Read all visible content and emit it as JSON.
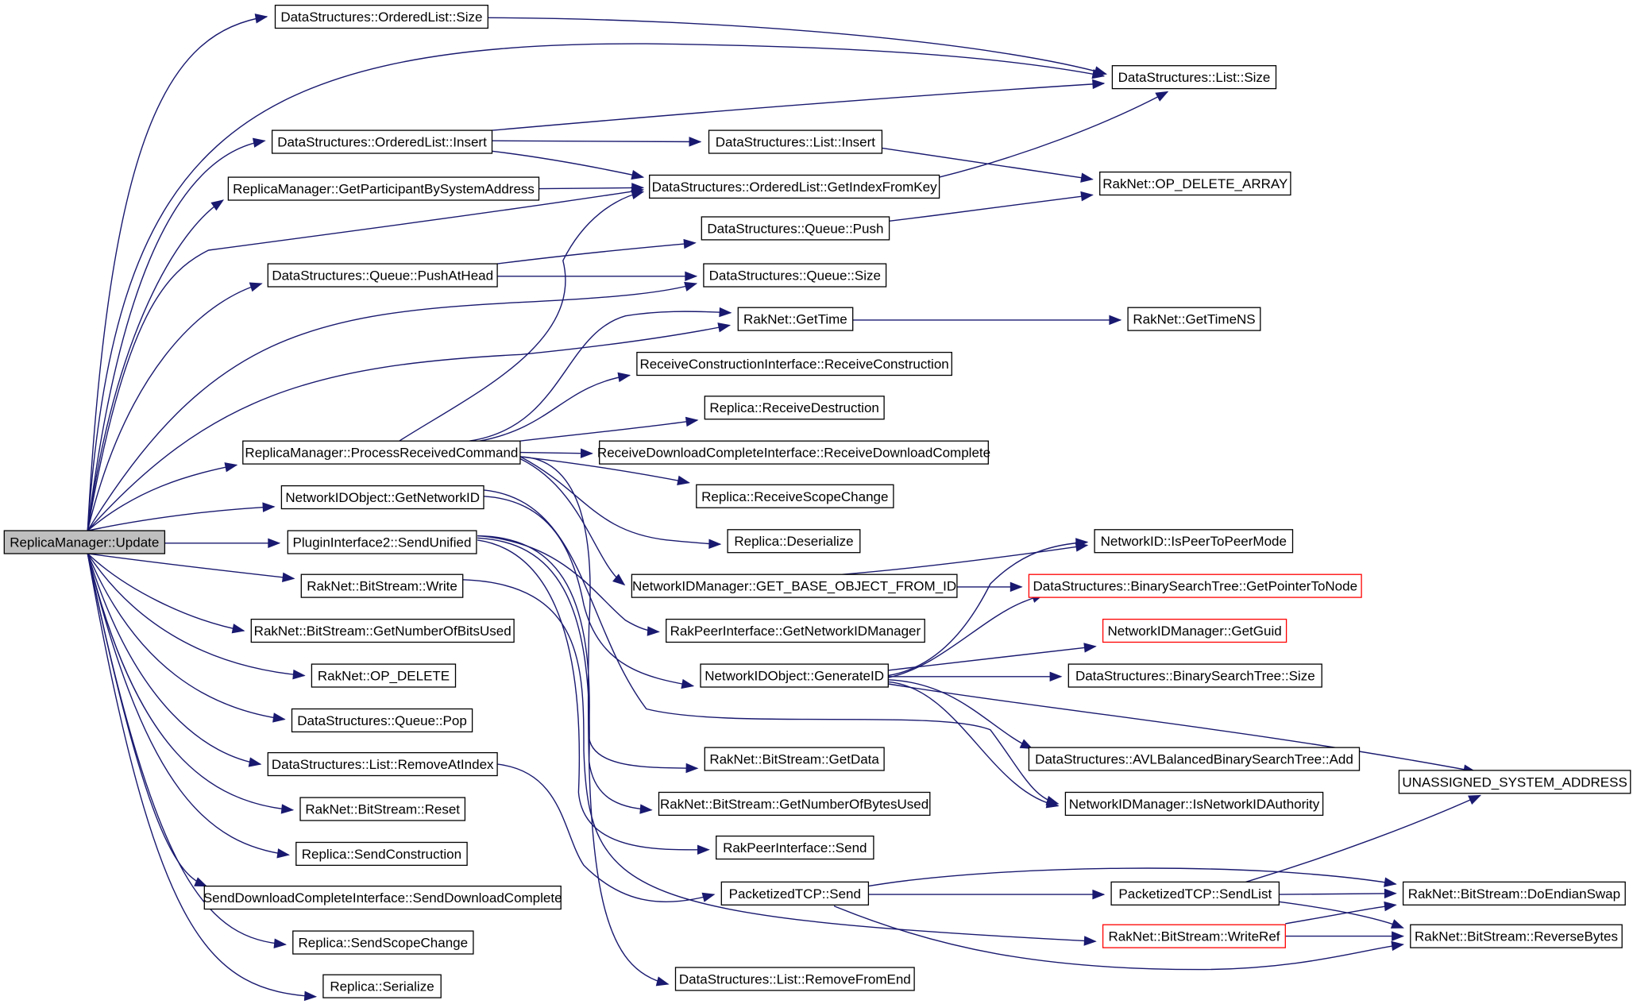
{
  "colors": {
    "edge": "#191970",
    "node_border": "#000000",
    "node_border_truncated": "#ff0000",
    "root_fill": "#bfbfbf",
    "background": "#ffffff"
  },
  "nodes": [
    {
      "id": "root",
      "label": "ReplicaManager::Update",
      "style": "root"
    },
    {
      "id": "ol_size",
      "label": "DataStructures::OrderedList::Size"
    },
    {
      "id": "list_size",
      "label": "DataStructures::List::Size"
    },
    {
      "id": "ol_insert",
      "label": "DataStructures::OrderedList::Insert"
    },
    {
      "id": "list_insert",
      "label": "DataStructures::List::Insert"
    },
    {
      "id": "get_participant",
      "label": "ReplicaManager::GetParticipantBySystemAddress"
    },
    {
      "id": "ol_getindex",
      "label": "DataStructures::OrderedList::GetIndexFromKey"
    },
    {
      "id": "op_delete_array",
      "label": "RakNet::OP_DELETE_ARRAY"
    },
    {
      "id": "queue_push",
      "label": "DataStructures::Queue::Push"
    },
    {
      "id": "queue_pushathead",
      "label": "DataStructures::Queue::PushAtHead"
    },
    {
      "id": "queue_size",
      "label": "DataStructures::Queue::Size"
    },
    {
      "id": "gettime",
      "label": "RakNet::GetTime"
    },
    {
      "id": "gettimens",
      "label": "RakNet::GetTimeNS"
    },
    {
      "id": "recv_construction",
      "label": "ReceiveConstructionInterface::ReceiveConstruction"
    },
    {
      "id": "recv_destruction",
      "label": "Replica::ReceiveDestruction"
    },
    {
      "id": "process_cmd",
      "label": "ReplicaManager::ProcessReceivedCommand"
    },
    {
      "id": "recv_download",
      "label": "ReceiveDownloadCompleteInterface::ReceiveDownloadComplete"
    },
    {
      "id": "recv_scope",
      "label": "Replica::ReceiveScopeChange"
    },
    {
      "id": "get_networkid",
      "label": "NetworkIDObject::GetNetworkID"
    },
    {
      "id": "deserialize",
      "label": "Replica::Deserialize"
    },
    {
      "id": "is_p2p",
      "label": "NetworkID::IsPeerToPeerMode"
    },
    {
      "id": "send_unified",
      "label": "PluginInterface2::SendUnified"
    },
    {
      "id": "get_base_obj",
      "label": "NetworkIDManager::GET_BASE_OBJECT_FROM_ID"
    },
    {
      "id": "bst_getptr",
      "label": "DataStructures::BinarySearchTree::GetPointerToNode",
      "style": "red"
    },
    {
      "id": "bs_write",
      "label": "RakNet::BitStream::Write"
    },
    {
      "id": "bs_numbits",
      "label": "RakNet::BitStream::GetNumberOfBitsUsed"
    },
    {
      "id": "get_nidmgr",
      "label": "RakPeerInterface::GetNetworkIDManager"
    },
    {
      "id": "get_guid",
      "label": "NetworkIDManager::GetGuid",
      "style": "red"
    },
    {
      "id": "op_delete",
      "label": "RakNet::OP_DELETE"
    },
    {
      "id": "generate_id",
      "label": "NetworkIDObject::GenerateID"
    },
    {
      "id": "bst_size",
      "label": "DataStructures::BinarySearchTree::Size"
    },
    {
      "id": "queue_pop",
      "label": "DataStructures::Queue::Pop"
    },
    {
      "id": "avl_add",
      "label": "DataStructures::AVLBalancedBinarySearchTree::Add"
    },
    {
      "id": "list_removeat",
      "label": "DataStructures::List::RemoveAtIndex"
    },
    {
      "id": "bs_getdata",
      "label": "RakNet::BitStream::GetData"
    },
    {
      "id": "unassigned",
      "label": "UNASSIGNED_SYSTEM_ADDRESS"
    },
    {
      "id": "bs_reset",
      "label": "RakNet::BitStream::Reset"
    },
    {
      "id": "bs_numbytes",
      "label": "RakNet::BitStream::GetNumberOfBytesUsed"
    },
    {
      "id": "is_authority",
      "label": "NetworkIDManager::IsNetworkIDAuthority"
    },
    {
      "id": "send_construction",
      "label": "Replica::SendConstruction"
    },
    {
      "id": "rakpeer_send",
      "label": "RakPeerInterface::Send"
    },
    {
      "id": "ptcp_send",
      "label": "PacketizedTCP::Send"
    },
    {
      "id": "ptcp_sendlist",
      "label": "PacketizedTCP::SendList"
    },
    {
      "id": "endian_swap",
      "label": "RakNet::BitStream::DoEndianSwap"
    },
    {
      "id": "send_download",
      "label": "SendDownloadCompleteInterface::SendDownloadComplete"
    },
    {
      "id": "writeref",
      "label": "RakNet::BitStream::WriteRef",
      "style": "red"
    },
    {
      "id": "reverse_bytes",
      "label": "RakNet::BitStream::ReverseBytes"
    },
    {
      "id": "send_scope",
      "label": "Replica::SendScopeChange"
    },
    {
      "id": "list_removefromend",
      "label": "DataStructures::List::RemoveFromEnd"
    },
    {
      "id": "serialize",
      "label": "Replica::Serialize"
    }
  ]
}
